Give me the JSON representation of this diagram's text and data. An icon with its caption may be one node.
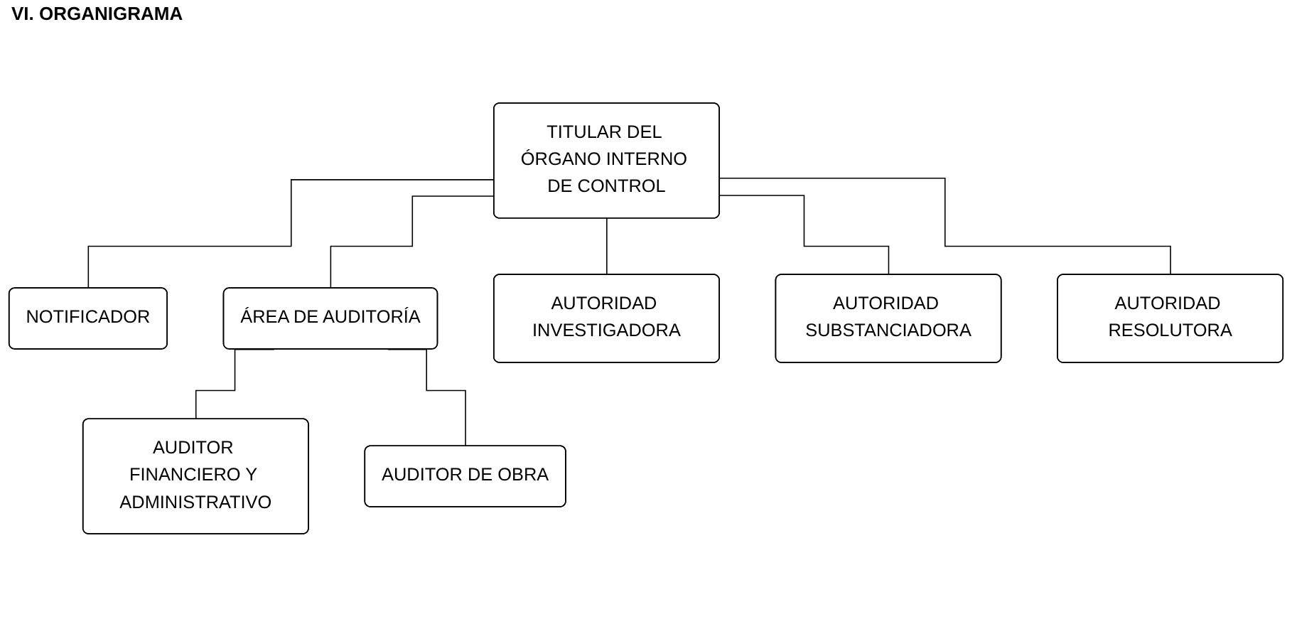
{
  "diagram": {
    "title": "VI. ORGANIGRAMA",
    "nodes": [
      {
        "text": [
          "TITULAR DEL ÓRGANO INTERNO DE CONTROL"
        ]
      },
      {
        "text": [
          "NOTIFICADOR"
        ]
      },
      {
        "text": [
          "ÁREA DE AUDITORÍA"
        ]
      },
      {
        "text": [
          "AUTORIDAD INVESTIGADORA"
        ]
      },
      {
        "text": [
          "AUTORIDAD SUBSTANCIADORA"
        ]
      },
      {
        "text": [
          "AUTORIDAD RESOLUTORA"
        ]
      },
      {
        "text": [
          "AUDITOR FINANCIERO Y ADMINISTRATIVO"
        ]
      },
      {
        "text": [
          "AUDITOR DE OBRA"
        ]
      }
    ],
    "edges": [
      {
        "from": 0,
        "to": 1,
        "arrow": "none"
      },
      {
        "from": 0,
        "to": 2,
        "arrow": "none"
      },
      {
        "from": 0,
        "to": 3,
        "arrow": "none"
      },
      {
        "from": 0,
        "to": 4,
        "arrow": "none"
      },
      {
        "from": 0,
        "to": 5,
        "arrow": "none"
      },
      {
        "from": 2,
        "to": 6,
        "arrow": "none"
      },
      {
        "from": 2,
        "to": 7,
        "arrow": "none"
      }
    ]
  }
}
